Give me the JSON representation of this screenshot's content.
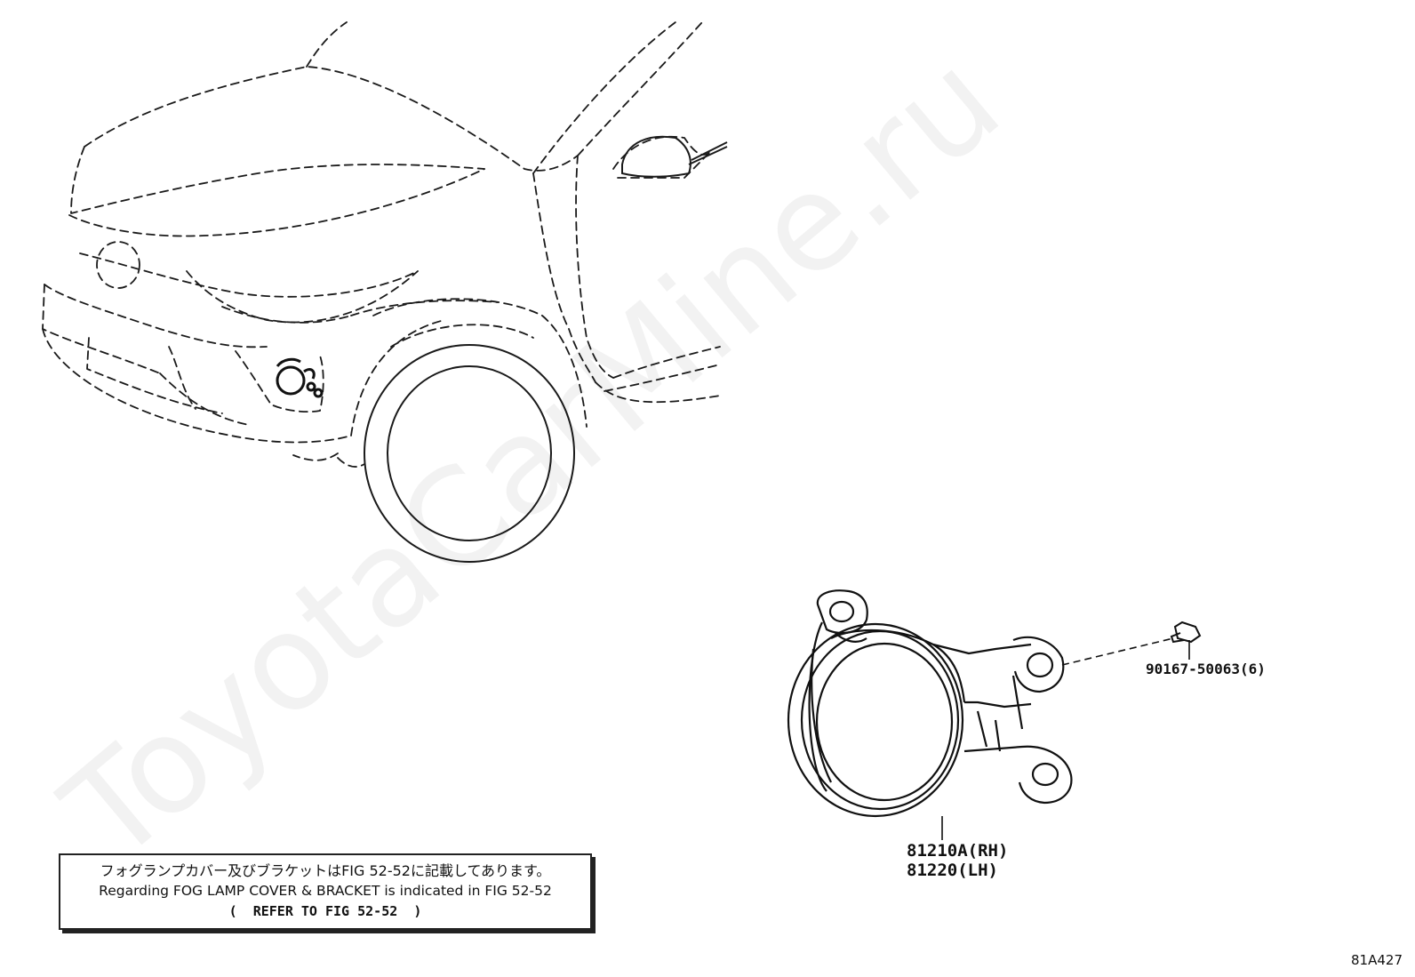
{
  "watermark": "ToyotaCarMine.ru",
  "callouts": {
    "bolt": "90167-50063(6)",
    "lamp_rh": "81210A(RH)",
    "lamp_lh": "81220(LH)"
  },
  "note": {
    "line_jp": "フォグランプカバー及びブラケットはFIG 52-52に記載してあります。",
    "line_en": "Regarding FOG LAMP COVER & BRACKET is indicated in FIG 52-52",
    "line_ref": "(  REFER TO FIG 52-52  )"
  },
  "diagram_id": "81A427"
}
